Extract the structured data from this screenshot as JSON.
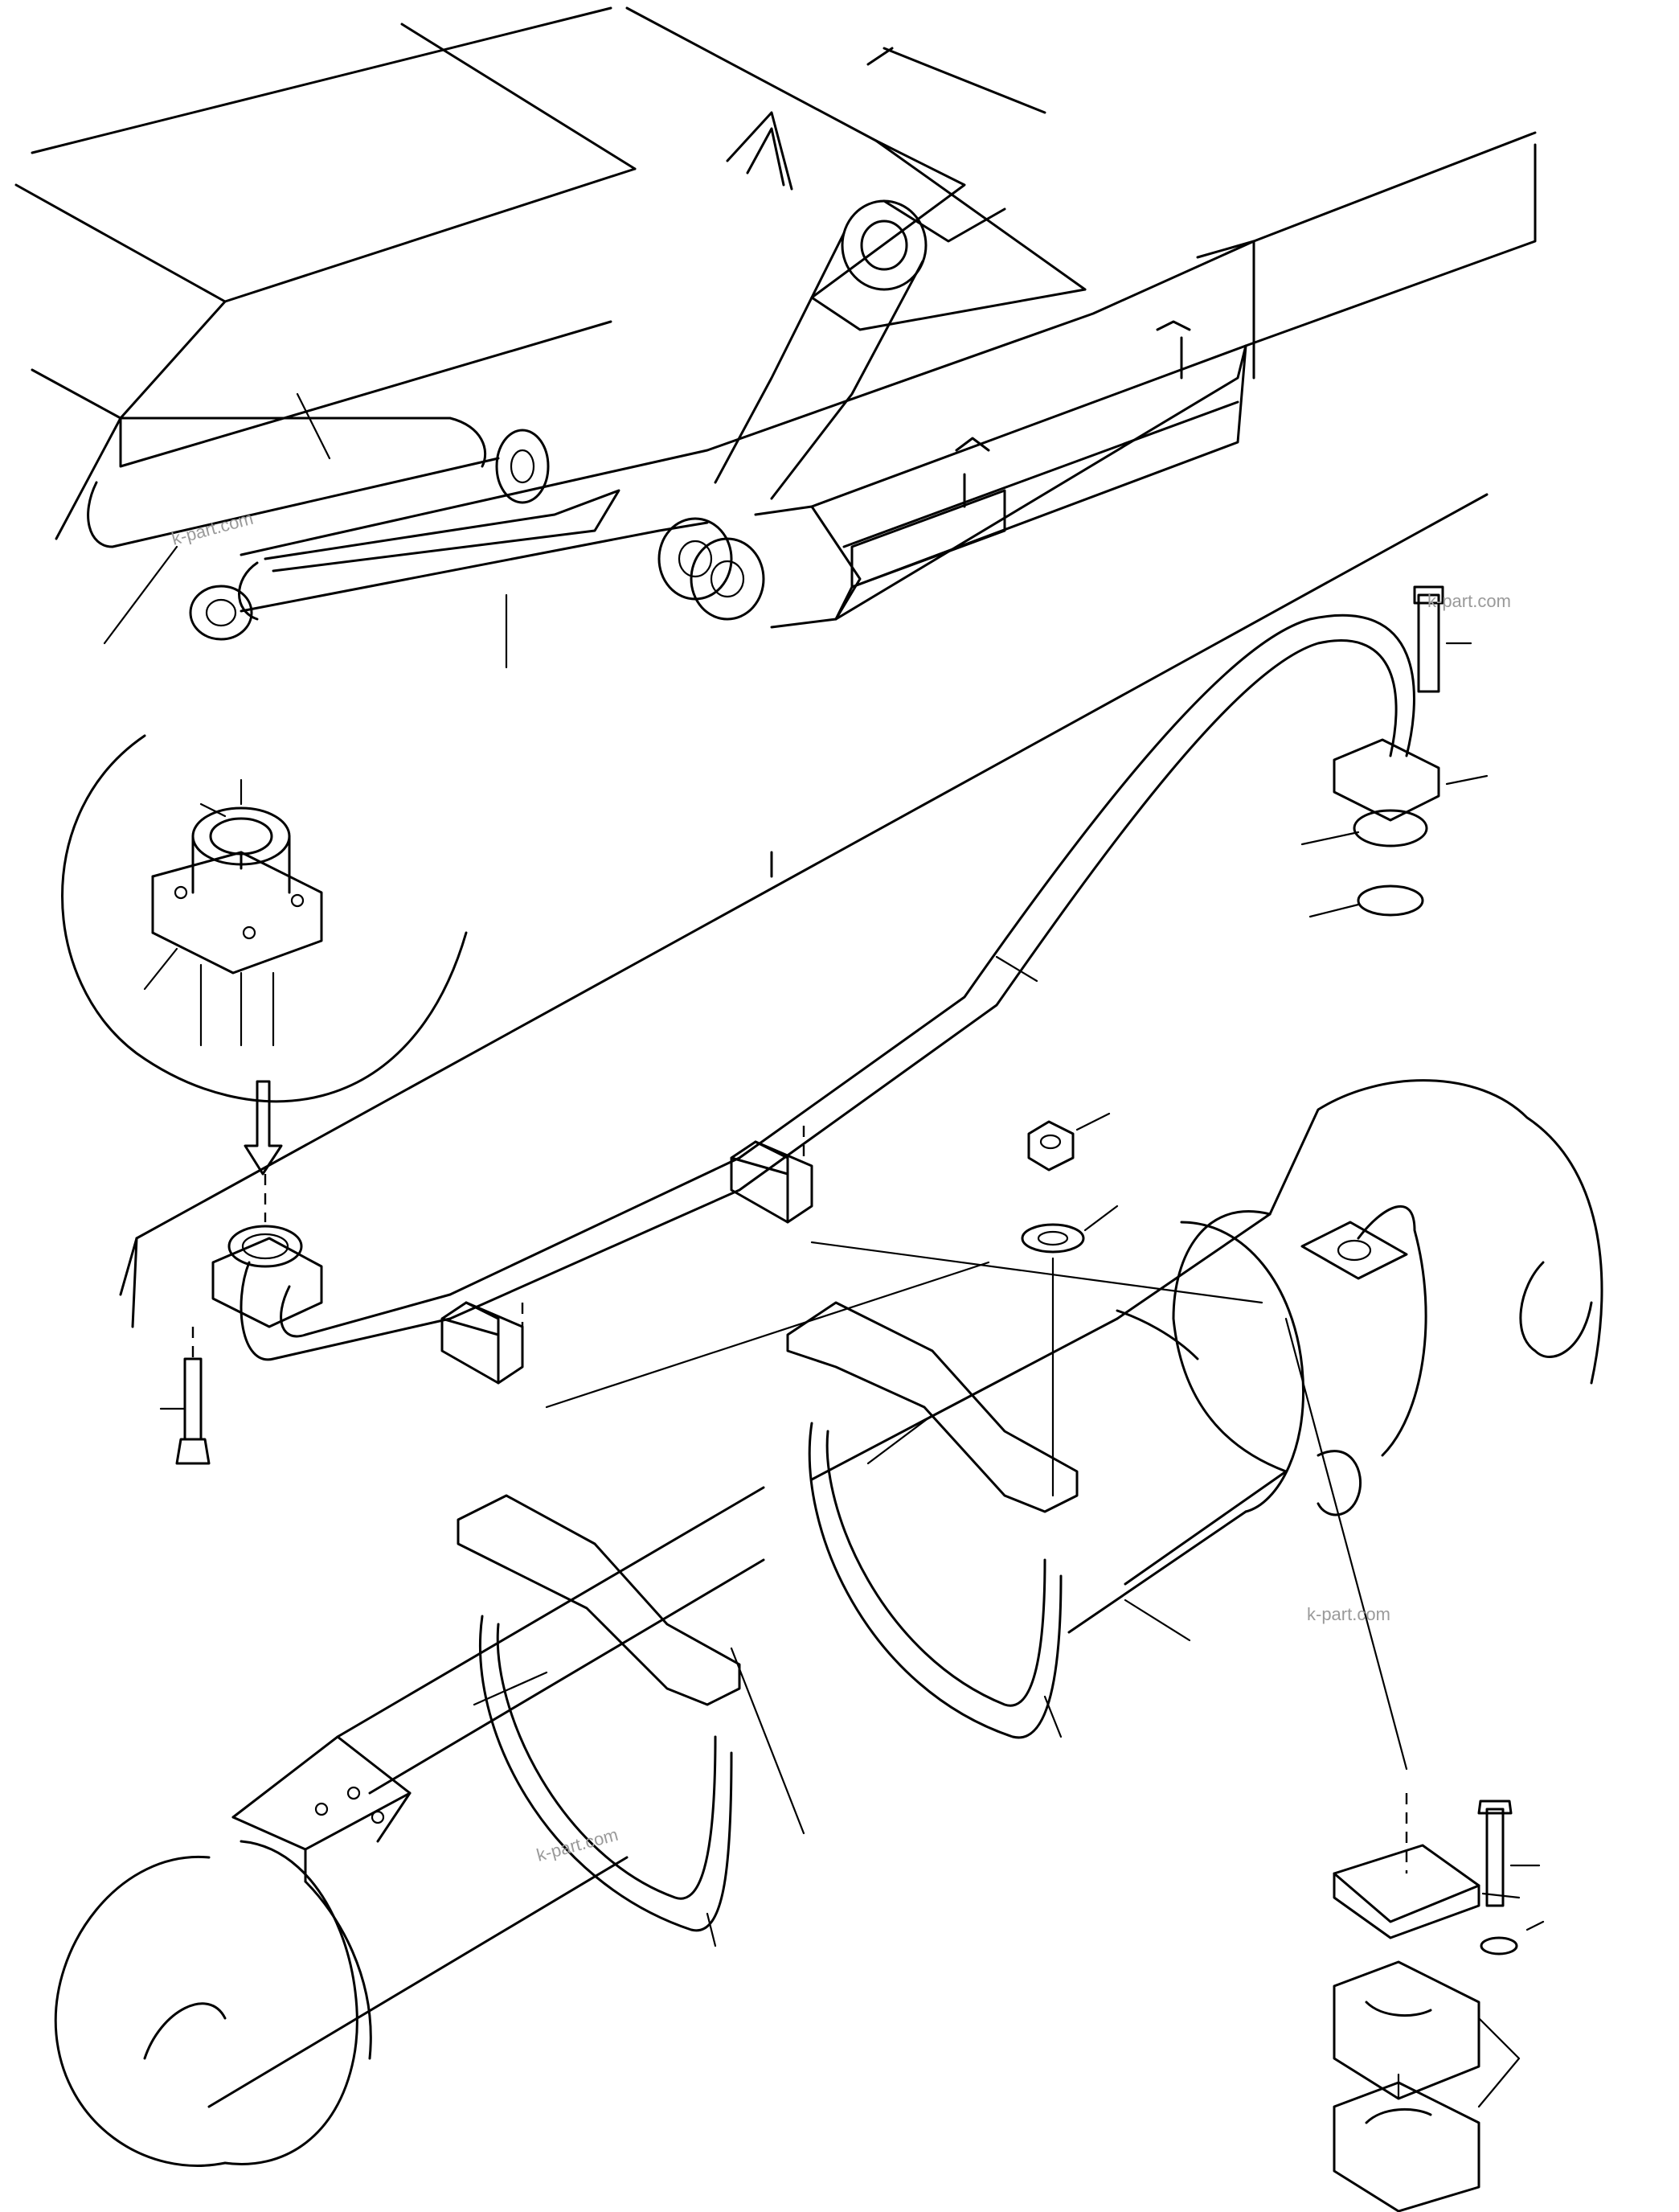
{
  "watermarks": [
    {
      "id": "wm1",
      "text": "k-part.com"
    },
    {
      "id": "wm2",
      "text": "k-part.com"
    },
    {
      "id": "wm3",
      "text": "k-part.com"
    },
    {
      "id": "wm4",
      "text": "k-part.com"
    }
  ],
  "colors": {
    "line": "#000000",
    "watermark": "#9a9a9a",
    "background": "#ffffff"
  }
}
